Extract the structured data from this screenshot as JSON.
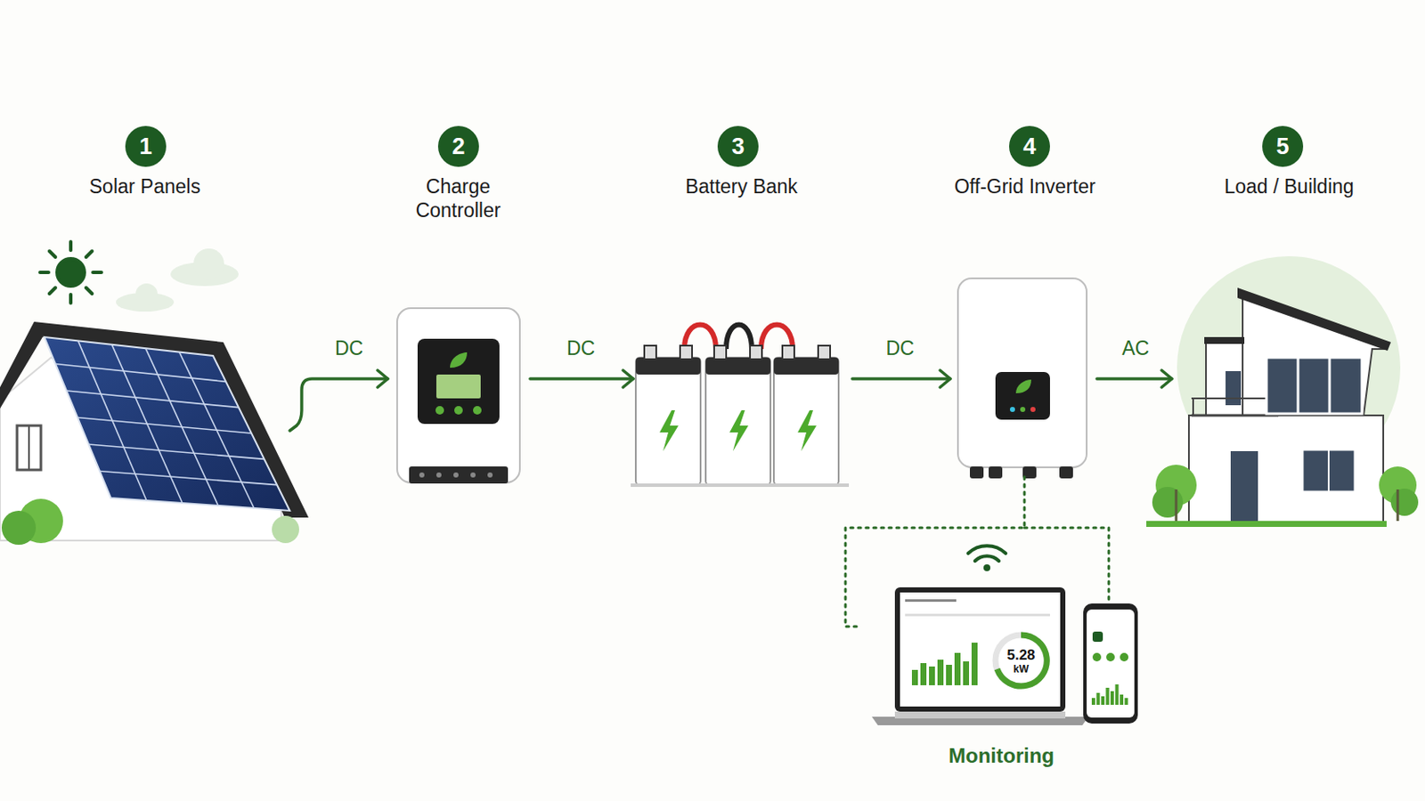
{
  "diagram": {
    "nodes": [
      {
        "text": [
          "Solar Panels"
        ]
      },
      {
        "text": [
          "Charge Controller"
        ]
      },
      {
        "text": [
          "Battery Bank"
        ]
      },
      {
        "text": [
          "Off-Grid Inverter"
        ]
      },
      {
        "text": [
          "Load / Building"
        ]
      },
      {
        "text": [
          "Monitoring"
        ]
      }
    ],
    "edges": [
      {
        "from": 0,
        "to": 1,
        "label": "DC",
        "arrow": "to"
      },
      {
        "from": 1,
        "to": 2,
        "label": "DC",
        "arrow": "to"
      },
      {
        "from": 2,
        "to": 3,
        "label": "DC",
        "arrow": "to"
      },
      {
        "from": 3,
        "to": 4,
        "label": "AC",
        "arrow": "to"
      },
      {
        "from": 3,
        "to": 5,
        "arrow": "none"
      }
    ],
    "labels": [
      "1",
      "2",
      "3",
      "4",
      "5",
      "5.28",
      "kW"
    ]
  }
}
